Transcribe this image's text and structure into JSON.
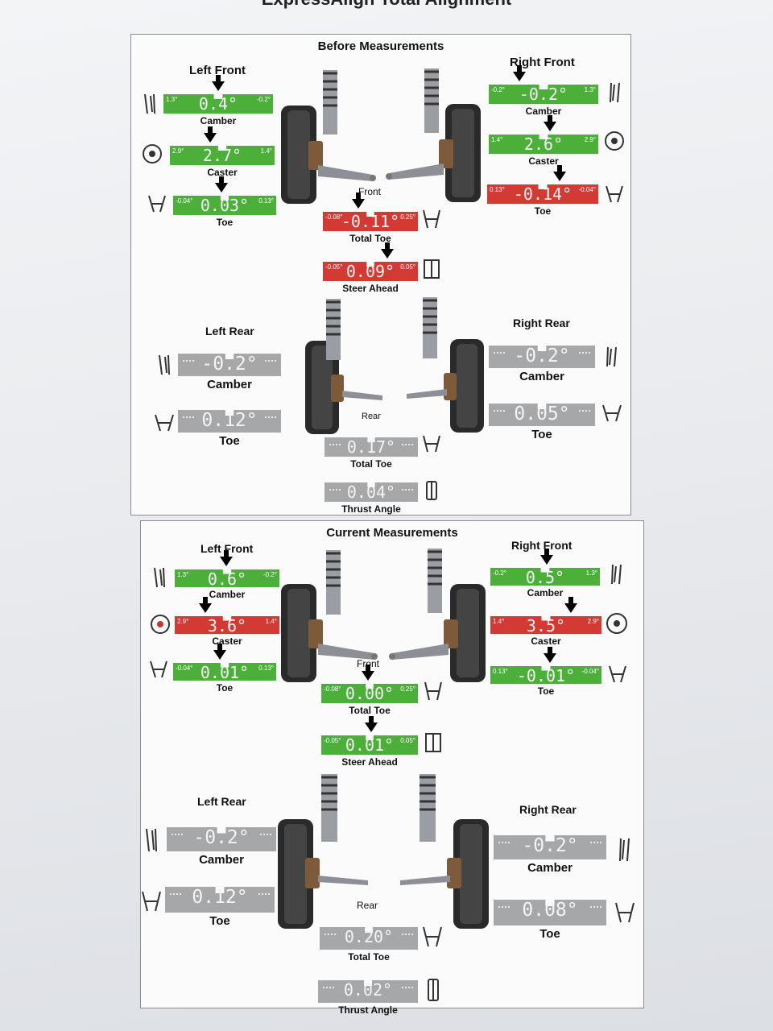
{
  "header": {
    "title": "ExpressAlign Total Alignment"
  },
  "before": {
    "title": "Before Measurements",
    "left_front": {
      "label": "Left Front",
      "camber": {
        "label": "Camber",
        "value": "0.4°",
        "tol_left": "1.3°",
        "tol_right": "-0.2°",
        "status": "green"
      },
      "caster": {
        "label": "Caster",
        "value": "2.7°",
        "tol_left": "2.9°",
        "tol_right": "1.4°",
        "status": "green"
      },
      "toe": {
        "label": "Toe",
        "value": "0.03°",
        "tol_left": "-0.04°",
        "tol_right": "0.13°",
        "status": "green"
      }
    },
    "right_front": {
      "label": "Right Front",
      "camber": {
        "label": "Camber",
        "value": "-0.2°",
        "tol_left": "-0.2°",
        "tol_right": "1.3°",
        "status": "green"
      },
      "caster": {
        "label": "Caster",
        "value": "2.6°",
        "tol_left": "1.4°",
        "tol_right": "2.9°",
        "status": "green"
      },
      "toe": {
        "label": "Toe",
        "value": "-0.14°",
        "tol_left": "0.13°",
        "tol_right": "-0.04°",
        "status": "red"
      }
    },
    "front_center": {
      "label": "Front",
      "total_toe": {
        "label": "Total Toe",
        "value": "-0.11°",
        "tol_left": "-0.08°",
        "tol_right": "0.25°",
        "status": "red"
      },
      "steer_ahead": {
        "label": "Steer Ahead",
        "value": "0.09°",
        "tol_left": "-0.05°",
        "tol_right": "0.05°",
        "status": "red"
      }
    },
    "left_rear": {
      "label": "Left Rear",
      "camber": {
        "label": "Camber",
        "value": "-0.2°",
        "status": "gray"
      },
      "toe": {
        "label": "Toe",
        "value": "0.12°",
        "status": "gray"
      }
    },
    "right_rear": {
      "label": "Right Rear",
      "camber": {
        "label": "Camber",
        "value": "-0.2°",
        "status": "gray"
      },
      "toe": {
        "label": "Toe",
        "value": "0.05°",
        "status": "gray"
      }
    },
    "rear_center": {
      "label": "Rear",
      "total_toe": {
        "label": "Total Toe",
        "value": "0.17°",
        "status": "gray"
      },
      "thrust_angle": {
        "label": "Thrust Angle",
        "value": "0.04°",
        "status": "gray"
      }
    }
  },
  "current": {
    "title": "Current Measurements",
    "left_front": {
      "label": "Left Front",
      "camber": {
        "label": "Camber",
        "value": "0.6°",
        "tol_left": "1.3°",
        "tol_right": "-0.2°",
        "status": "green"
      },
      "caster": {
        "label": "Caster",
        "value": "3.6°",
        "tol_left": "2.9°",
        "tol_right": "1.4°",
        "status": "red"
      },
      "toe": {
        "label": "Toe",
        "value": "0.01°",
        "tol_left": "-0.04°",
        "tol_right": "0.13°",
        "status": "green"
      }
    },
    "right_front": {
      "label": "Right Front",
      "camber": {
        "label": "Camber",
        "value": "0.5°",
        "tol_left": "-0.2°",
        "tol_right": "1.3°",
        "status": "green"
      },
      "caster": {
        "label": "Caster",
        "value": "3.5°",
        "tol_left": "1.4°",
        "tol_right": "2.9°",
        "status": "red"
      },
      "toe": {
        "label": "Toe",
        "value": "-0.01°",
        "tol_left": "0.13°",
        "tol_right": "-0.04°",
        "status": "green"
      }
    },
    "front_center": {
      "label": "Front",
      "total_toe": {
        "label": "Total Toe",
        "value": "0.00°",
        "tol_left": "-0.08°",
        "tol_right": "0.25°",
        "status": "green"
      },
      "steer_ahead": {
        "label": "Steer Ahead",
        "value": "0.01°",
        "tol_left": "-0.05°",
        "tol_right": "0.05°",
        "status": "green"
      }
    },
    "left_rear": {
      "label": "Left Rear",
      "camber": {
        "label": "Camber",
        "value": "-0.2°",
        "status": "gray"
      },
      "toe": {
        "label": "Toe",
        "value": "0.12°",
        "status": "gray"
      }
    },
    "right_rear": {
      "label": "Right Rear",
      "camber": {
        "label": "Camber",
        "value": "-0.2°",
        "status": "gray"
      },
      "toe": {
        "label": "Toe",
        "value": "0.08°",
        "status": "gray"
      }
    },
    "rear_center": {
      "label": "Rear",
      "total_toe": {
        "label": "Total Toe",
        "value": "0.20°",
        "status": "gray"
      },
      "thrust_angle": {
        "label": "Thrust Angle",
        "value": "0.02°",
        "status": "gray"
      }
    }
  },
  "colors": {
    "green": "#4caf3a",
    "red": "#d43a34",
    "gray": "#a6a7a9"
  }
}
